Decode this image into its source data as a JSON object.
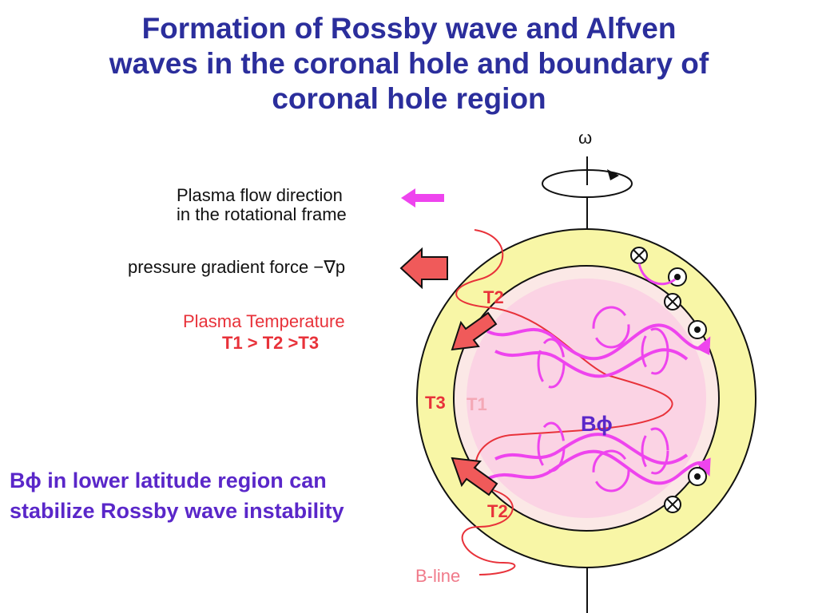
{
  "title": {
    "line1": "Formation of Rossby wave and Alfven",
    "line2": "waves in the coronal hole and boundary of",
    "line3": "coronal hole region"
  },
  "legend": {
    "flow_line1": "Plasma flow direction",
    "flow_line2": "in the rotational frame",
    "pressure": "pressure gradient force  −∇p",
    "temp_title": "Plasma Temperature",
    "temp_relation": "T1 > T2 >T3"
  },
  "diagram": {
    "omega": "ω",
    "t2_upper": "T2",
    "t3": "T3",
    "t1": "T1",
    "b_phi": "Bϕ",
    "t2_lower": "T2",
    "b_line": "B-line"
  },
  "note": {
    "line1": "Bϕ in lower latitude region can",
    "line2": "stabilize Rossby wave instability"
  },
  "colors": {
    "title": "#2b2e9c",
    "note": "#5a27c9",
    "magenta": "#ee44ee",
    "red": "#e8323a",
    "yellow": "#f8f6a6",
    "pink": "#fbdbe8"
  }
}
